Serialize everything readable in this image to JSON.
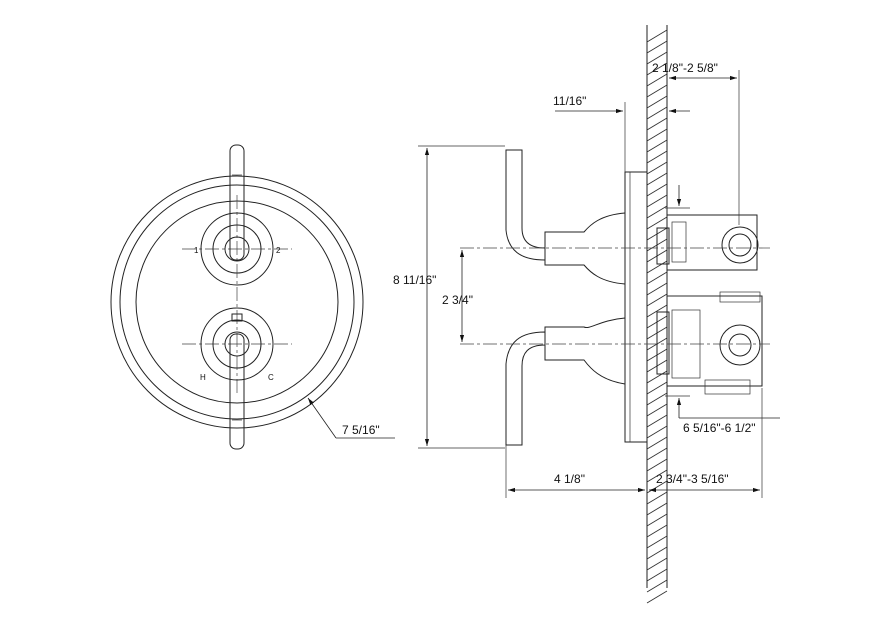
{
  "dimensions": {
    "trim_diameter": "7 5/16\"",
    "overall_height": "8 11/16\"",
    "center_to_center": "2 3/4\"",
    "handle_to_wall": "4 1/8\"",
    "wall_to_valve_body": "2 3/4\"-3 5/16\"",
    "valve_depth": "2 1/8\"-2 5/8\"",
    "trim_thickness": "11/16\"",
    "valve_height": "6 5/16\"-6 1/2\""
  },
  "markings": {
    "flow_left": "1",
    "flow_right": "2",
    "hot": "H",
    "cold": "C"
  }
}
